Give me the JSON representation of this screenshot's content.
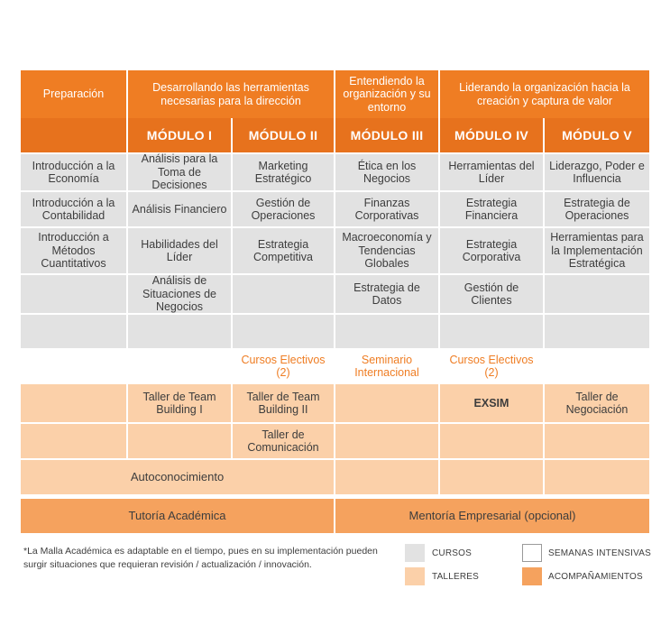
{
  "phases": [
    "Preparación",
    "Desarrollando las herramientas necesarias para la dirección",
    "Entendiendo la organización y su entorno",
    "Liderando la organización hacia la creación y captura de valor"
  ],
  "modules": [
    "MÓDULO I",
    "MÓDULO II",
    "MÓDULO III",
    "MÓDULO IV",
    "MÓDULO V"
  ],
  "courses": {
    "prep": [
      "Introducción a la Economía",
      "Introducción a la Contabilidad",
      "Introducción a Métodos Cuantitativos"
    ],
    "m1": [
      "Análisis para la Toma de Decisiones",
      "Análisis Financiero",
      "Habilidades del Líder",
      "Análisis de Situaciones de Negocios"
    ],
    "m2": [
      "Marketing Estratégico",
      "Gestión de Operaciones",
      "Estrategia Competitiva"
    ],
    "m3": [
      "Ética en los Negocios",
      "Finanzas Corporativas",
      "Macroeconomía y Tendencias Globales",
      "Estrategia de Datos"
    ],
    "m4": [
      "Herramientas del Líder",
      "Estrategia Financiera",
      "Estrategia Corporativa",
      "Gestión de Clientes"
    ],
    "m5": [
      "Liderazgo, Poder e Influencia",
      "Estrategia de Operaciones",
      "Herramientas para la Implementación Estratégica"
    ]
  },
  "intensive": {
    "m2": "Cursos Electivos (2)",
    "m3": "Seminario Internacional",
    "m4": "Cursos Electivos (2)"
  },
  "workshops": {
    "m1": "Taller de Team Building I",
    "m2_1": "Taller de Team Building II",
    "m2_2": "Taller de Comunicación",
    "m4": "EXSIM",
    "m5": "Taller de Negociación",
    "autoconocimiento": "Autoconocimiento"
  },
  "accompaniment": {
    "tutoria": "Tutoría Académica",
    "mentoria": "Mentoría Empresarial (opcional)"
  },
  "footnote": "*La Malla Académica es adaptable en el tiempo, pues en su implementación pueden surgir situaciones que requieran revisión / actualización / innovación.",
  "legend": {
    "cursos": "CURSOS",
    "talleres": "TALLERES",
    "semanas": "SEMANAS INTENSIVAS",
    "acompanamientos": "ACOMPAÑAMIENTOS"
  },
  "colors": {
    "header_orange": "#ef7d23",
    "module_orange": "#e7721d",
    "course_grey": "#e2e2e2",
    "workshop_peach": "#fbd0a9",
    "accompaniment_orange": "#f5a25e"
  }
}
